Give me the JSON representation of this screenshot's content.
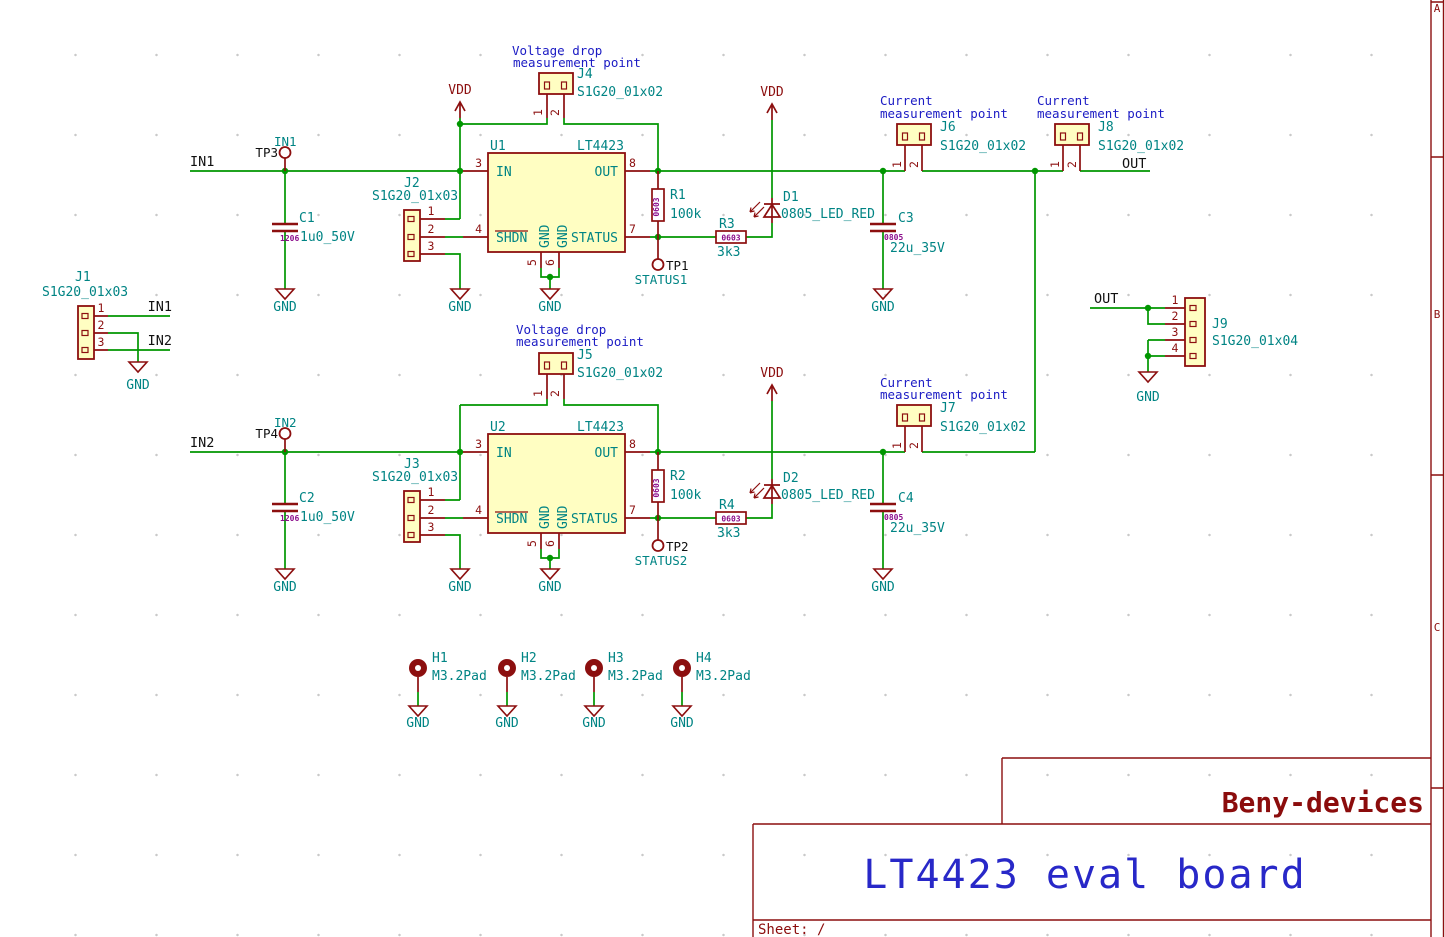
{
  "page": {
    "company": "Beny-devices",
    "title": "LT4423 eval board",
    "sheet_label": "Sheet: /",
    "zone_a": "A",
    "zone_b": "B",
    "zone_c": "C"
  },
  "net": {
    "in1": "IN1",
    "in2": "IN2",
    "out": "OUT",
    "vdd": "VDD",
    "gnd": "GND"
  },
  "note": {
    "voltage_line1": "Voltage drop",
    "voltage_line2": "measurement point",
    "current_line1": "Current",
    "current_line2": "measurement point"
  },
  "u1": {
    "ref": "U1",
    "value": "LT4423",
    "in": "IN",
    "out": "OUT",
    "shdn": "SHDN",
    "status": "STATUS",
    "gnd": "GND",
    "n3": "3",
    "n4": "4",
    "n5": "5",
    "n6": "6",
    "n7": "7",
    "n8": "8"
  },
  "u2": {
    "ref": "U2",
    "value": "LT4423",
    "in": "IN",
    "out": "OUT",
    "shdn": "SHDN",
    "status": "STATUS",
    "gnd": "GND",
    "n3": "3",
    "n4": "4",
    "n5": "5",
    "n6": "6",
    "n7": "7",
    "n8": "8"
  },
  "j1": {
    "ref": "J1",
    "value": "S1G20_01x03",
    "n1": "1",
    "n2": "2",
    "n3": "3"
  },
  "j2": {
    "ref": "J2",
    "value": "S1G20_01x03",
    "n1": "1",
    "n2": "2",
    "n3": "3"
  },
  "j3": {
    "ref": "J3",
    "value": "S1G20_01x03",
    "n1": "1",
    "n2": "2",
    "n3": "3"
  },
  "j4": {
    "ref": "J4",
    "value": "S1G20_01x02",
    "n1": "1",
    "n2": "2"
  },
  "j5": {
    "ref": "J5",
    "value": "S1G20_01x02",
    "n1": "1",
    "n2": "2"
  },
  "j6": {
    "ref": "J6",
    "value": "S1G20_01x02",
    "n1": "1",
    "n2": "2"
  },
  "j7": {
    "ref": "J7",
    "value": "S1G20_01x02",
    "n1": "1",
    "n2": "2"
  },
  "j8": {
    "ref": "J8",
    "value": "S1G20_01x02",
    "n1": "1",
    "n2": "2"
  },
  "j9": {
    "ref": "J9",
    "value": "S1G20_01x04",
    "n1": "1",
    "n2": "2",
    "n3": "3",
    "n4": "4"
  },
  "r1": {
    "ref": "R1",
    "value": "100k",
    "footprint": "0603"
  },
  "r2": {
    "ref": "R2",
    "value": "100k",
    "footprint": "0603"
  },
  "r3": {
    "ref": "R3",
    "value": "3k3",
    "footprint": "0603"
  },
  "r4": {
    "ref": "R4",
    "value": "3k3",
    "footprint": "0603"
  },
  "c1": {
    "ref": "C1",
    "value": "1u0_50V",
    "footprint": "1206"
  },
  "c2": {
    "ref": "C2",
    "value": "1u0_50V",
    "footprint": "1206"
  },
  "c3": {
    "ref": "C3",
    "value": "22u_35V",
    "footprint": "0805"
  },
  "c4": {
    "ref": "C4",
    "value": "22u_35V",
    "footprint": "0805"
  },
  "d1": {
    "ref": "D1",
    "value": "0805_LED_RED"
  },
  "d2": {
    "ref": "D2",
    "value": "0805_LED_RED"
  },
  "tp1": {
    "ref": "TP1",
    "value": "STATUS1"
  },
  "tp2": {
    "ref": "TP2",
    "value": "STATUS2"
  },
  "tp3": {
    "ref": "TP3",
    "value": "IN1"
  },
  "tp4": {
    "ref": "TP4",
    "value": "IN2"
  },
  "h1": {
    "ref": "H1",
    "value": "M3.2Pad"
  },
  "h2": {
    "ref": "H2",
    "value": "M3.2Pad"
  },
  "h3": {
    "ref": "H3",
    "value": "M3.2Pad"
  },
  "h4": {
    "ref": "H4",
    "value": "M3.2Pad"
  },
  "colors": {
    "wire": "#009600",
    "device": "#8c0f0f",
    "reference": "#008484",
    "note": "#1b1bc4",
    "footprint": "#8c0f8c",
    "net_label": "#101010",
    "body_fill": "#fffec2",
    "title": "#2828c8",
    "company": "#8b0c0c"
  }
}
